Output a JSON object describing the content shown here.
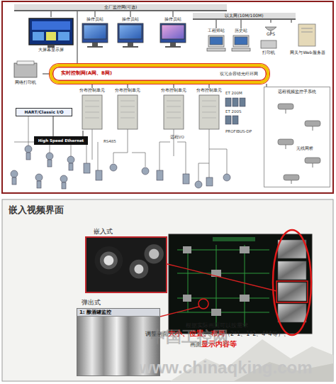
{
  "diagram": {
    "title": "嵌入视频界面",
    "nodes": [
      {
        "text": [
          "全厂监控网(可选)"
        ]
      },
      {
        "text": [
          "以太网(10M/100M)"
        ]
      },
      {
        "text": [
          "大屏幕显示屏"
        ]
      },
      {
        "text": [
          "操作员站"
        ]
      },
      {
        "text": [
          "操作员站"
        ]
      },
      {
        "text": [
          "操作员站"
        ]
      },
      {
        "text": [
          "工程师站"
        ]
      },
      {
        "text": [
          "历史站"
        ]
      },
      {
        "text": [
          "GPS"
        ]
      },
      {
        "text": [
          "打印机"
        ]
      },
      {
        "text": [
          "网关与Web服务器"
        ]
      },
      {
        "text": [
          "网络打印机"
        ]
      },
      {
        "text": [
          "实时控制网(A网、B网)",
          "双冗余容错光纤环网"
        ]
      },
      {
        "text": [
          "分布控制单元"
        ]
      },
      {
        "text": [
          "分布控制单元"
        ]
      },
      {
        "text": [
          "分布控制单元"
        ]
      },
      {
        "text": [
          "分布控制单元"
        ]
      },
      {
        "text": [
          "HART/Classic I/O"
        ]
      },
      {
        "text": [
          "High Speed Ethernet"
        ]
      },
      {
        "text": [
          "远程视频监控子系统"
        ]
      },
      {
        "text": [
          "嵌入式"
        ]
      },
      {
        "text": [
          "弹出式",
          "1: 酿酒罐监控"
        ]
      }
    ],
    "edges": [
      {
        "from": 2,
        "to": 0,
        "arrow": "none"
      },
      {
        "from": 3,
        "to": 0,
        "arrow": "none"
      },
      {
        "from": 4,
        "to": 0,
        "arrow": "none"
      },
      {
        "from": 5,
        "to": 0,
        "arrow": "none"
      },
      {
        "from": 6,
        "to": 1,
        "arrow": "none"
      },
      {
        "from": 7,
        "to": 1,
        "arrow": "none"
      },
      {
        "from": 8,
        "to": 1,
        "arrow": "none"
      },
      {
        "from": 10,
        "to": 1,
        "arrow": "none"
      },
      {
        "from": 0,
        "to": 12,
        "arrow": "none"
      },
      {
        "from": 11,
        "to": 12,
        "arrow": "none"
      },
      {
        "from": 13,
        "to": 12,
        "arrow": "none"
      },
      {
        "from": 14,
        "to": 12,
        "arrow": "none"
      },
      {
        "from": 15,
        "to": 12,
        "arrow": "none"
      },
      {
        "from": 16,
        "to": 12,
        "arrow": "none"
      },
      {
        "from": 19,
        "to": 12,
        "arrow": "none"
      },
      {
        "from": 17,
        "to": 18,
        "arrow": "none"
      },
      {
        "from": 18,
        "to": 13,
        "arrow": "none"
      }
    ],
    "labels": [
      "RS485",
      "ET 200M",
      "ET 200S",
      "PROFIBUS-DP",
      "远程I/O",
      "无线网桥",
      "根据实际画面可以按需求",
      "调整画面",
      "大小、位置、布局",
      "（2*1、1*2、4*4等）、",
      "画面",
      "显示内容等",
      "中国工控网",
      "www.chinaqking.com"
    ]
  }
}
